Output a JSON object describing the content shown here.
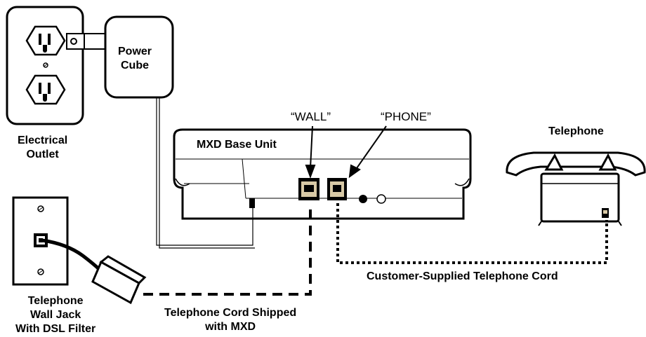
{
  "labels": {
    "power_cube": [
      "Power",
      "Cube"
    ],
    "electrical_outlet": [
      "Electrical",
      "Outlet"
    ],
    "wall_port": "“WALL”",
    "phone_port": "“PHONE”",
    "base_unit": "MXD Base Unit",
    "telephone": "Telephone",
    "wall_jack": [
      "Telephone",
      "Wall Jack",
      "With DSL Filter"
    ],
    "shipped_cord": [
      "Telephone Cord Shipped",
      "with MXD"
    ],
    "customer_cord": "Customer-Supplied Telephone Cord"
  },
  "colors": {
    "line": "#000000",
    "port_fill": "#d8c9a6",
    "background": "#ffffff"
  }
}
